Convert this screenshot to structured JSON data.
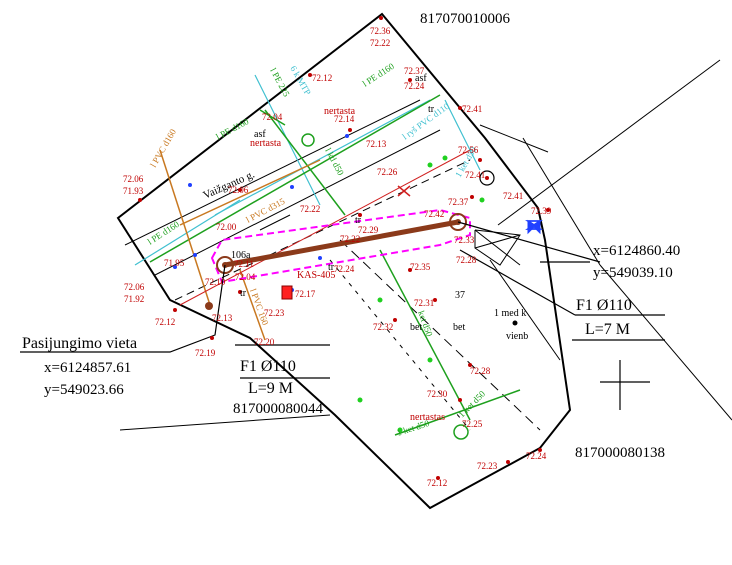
{
  "parcels": {
    "top": "817070010006",
    "bottom_left": "817000080044",
    "right": "817000080138"
  },
  "connection": {
    "title": "Pasijungimo vieta",
    "x": "x=6124857.61",
    "y": "y=549023.66"
  },
  "end_point": {
    "x": "x=6124860.40",
    "y": "y=549039.10"
  },
  "segment_1": {
    "spec": "F1 Ø110",
    "length": "L=9 M"
  },
  "segment_2": {
    "spec": "F1 Ø110",
    "length": "L=7 M"
  },
  "street": "Vaižganto g.",
  "building": {
    "label": "1 med k",
    "material": "vienb"
  },
  "pipes": {
    "pe160_a": "l PE d160",
    "pe160_b": "l PE d160",
    "pe160_c": "l PE d160",
    "pe225": "l PE 225",
    "pvc160": "l PVC d160",
    "pvc315": "l PVC d315",
    "pvc160_b": "l PVC 160",
    "ket50_a": "1 ket d50",
    "ket50_b": "1 ket d50",
    "ket50_c": "ket d50",
    "ket_d50": "1 ket d50",
    "ryšiai_a": "l ryš PVC d110",
    "ryšiai_b": "6 k MTP",
    "kd50": "l kd d50"
  },
  "labels": {
    "kas": "KAS-405",
    "well": "106a",
    "num37": "37",
    "tr_a": "tr",
    "tr_b": "tr",
    "tr_c": "tr",
    "tr_d": "tr",
    "asf_a": "asf",
    "asf_b": "asf",
    "bet_a": "bet",
    "bet_b": "bet",
    "nert_a": "nertasta",
    "nert_b": "nertasta",
    "nert_c": "nertastas"
  },
  "elevations": {
    "e1": "72.36",
    "e2": "72.22",
    "e3": "72.12",
    "e4": "72.37",
    "e5": "72.24",
    "e6": "72.41",
    "e7": "72.04",
    "e8": "72.14",
    "e9": "72.13",
    "e10": "72.56",
    "e11": "72.26",
    "e12": "72.41",
    "e13": "72.41",
    "e14": "72.39",
    "e15": "72.37",
    "e16": "72.42",
    "e17": "72.33",
    "e18": "72.06",
    "e19": "71.93",
    "e20": "72.06",
    "e21": "72.22",
    "e22": "72.00",
    "e23": "72.22",
    "e24": "72.29",
    "e25": "71.95",
    "e26": "72.11",
    "e27": "72.24",
    "e28": "72.35",
    "e29": "72.28",
    "e30": "72.06",
    "e31": "71.92",
    "e32": "72.10",
    "e33": "72.04",
    "e34": "72.12",
    "e35": "72.13",
    "e36": "72.17",
    "e37": "72.23",
    "e38": "72.31",
    "e39": "72.32",
    "e40": "72.20",
    "e41": "72.19",
    "e42": "72.28",
    "e43": "72.30",
    "e44": "72.25",
    "e45": "72.24",
    "e46": "72.23",
    "e47": "72.12"
  },
  "colors": {
    "boundary": "#000000",
    "gas_pipe": "#8b3a1a",
    "highlight": "#ff00ff",
    "water": "#1ea01e",
    "sewer": "#c87820",
    "telecom": "#40c0d0",
    "elevation": "#c00000",
    "point": "#2040ff"
  }
}
